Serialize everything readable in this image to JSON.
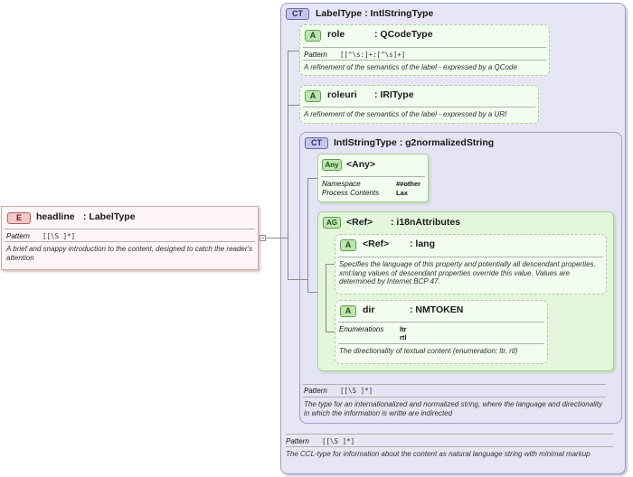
{
  "element": {
    "badge": "E",
    "name": "headline",
    "type": ": LabelType",
    "pattern_label": "Pattern",
    "pattern_value": "[[\\S ]*]",
    "description": "A brief and snappy introduction to the content, designed to catch the reader's attention"
  },
  "label_type": {
    "badge": "CT",
    "title": "LabelType : IntlStringType",
    "pattern_label": "Pattern",
    "pattern_value": "[[\\S ]*]",
    "description": "The CCL-type for information about the content as natural language string with minimal markup"
  },
  "role": {
    "badge": "A",
    "name": "role",
    "type": ": QCodeType",
    "pattern_label": "Pattern",
    "pattern_value": "[[^\\s:]+:[^\\s]+]",
    "description": "A refinement of the semantics of the label - expressed by a QCode"
  },
  "roleuri": {
    "badge": "A",
    "name": "roleuri",
    "type": ": IRIType",
    "description": "A refinement of the semantics of the label - expressed by a URI"
  },
  "intl_string_type": {
    "badge": "CT",
    "title": "IntlStringType : g2normalizedString",
    "pattern_label": "Pattern",
    "pattern_value": "[[\\S ]*]",
    "description": "The type for an internationalized and normalized string, where the language and directionality in which the information is writte are indirected"
  },
  "any": {
    "badge": "Any",
    "name": "<Any>",
    "namespace_label": "Namespace",
    "namespace_value": "##other",
    "process_label": "Process Contents",
    "process_value": "Lax"
  },
  "ref_group": {
    "badge": "AG",
    "name": "<Ref>",
    "type": ": i18nAttributes"
  },
  "ref_lang": {
    "badge": "A",
    "name": "<Ref>",
    "type": ": lang",
    "description": "Specifies the language of this property and potentially all descendant properties. xml:lang values of descendant properties override this value. Values are determined by Internet BCP 47."
  },
  "dir": {
    "badge": "A",
    "name": "dir",
    "type": ": NMTOKEN",
    "enum_label": "Enumerations",
    "enum_values": [
      "ltr",
      "rtl"
    ],
    "description": "The directionality of textual content (enumeration: ltr, rtl)"
  }
}
